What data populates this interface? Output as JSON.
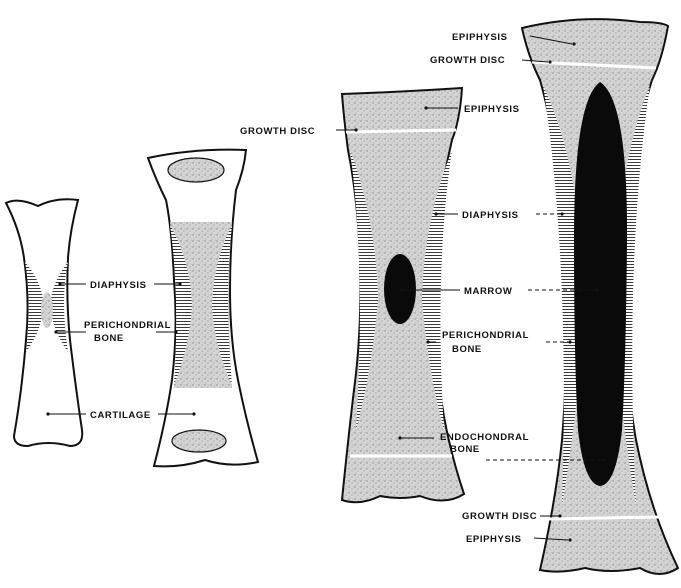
{
  "labels": {
    "diaphysis_1": "DIAPHYSIS",
    "perichondrial_1_line1": "PERICHONDRIAL",
    "perichondrial_1_line2": "BONE",
    "cartilage": "CARTILAGE",
    "growth_disc_left": "GROWTH DISC",
    "epiphysis_3": "EPIPHYSIS",
    "diaphysis_2": "DIAPHYSIS",
    "marrow": "MARROW",
    "perichondrial_2_line1": "PERICHONDRIAL",
    "perichondrial_2_line2": "BONE",
    "endochondral_line1": "ENDOCHONDRAL",
    "endochondral_line2": "BONE",
    "epiphysis_top": "EPIPHYSIS",
    "growth_disc_top": "GROWTH DISC",
    "growth_disc_bottom": "GROWTH DISC",
    "epiphysis_bottom": "EPIPHYSIS"
  },
  "colors": {
    "ink": "#111111",
    "paper": "#ffffff",
    "stipple": "#c9c9c9",
    "marrow": "#0a0a0a"
  }
}
